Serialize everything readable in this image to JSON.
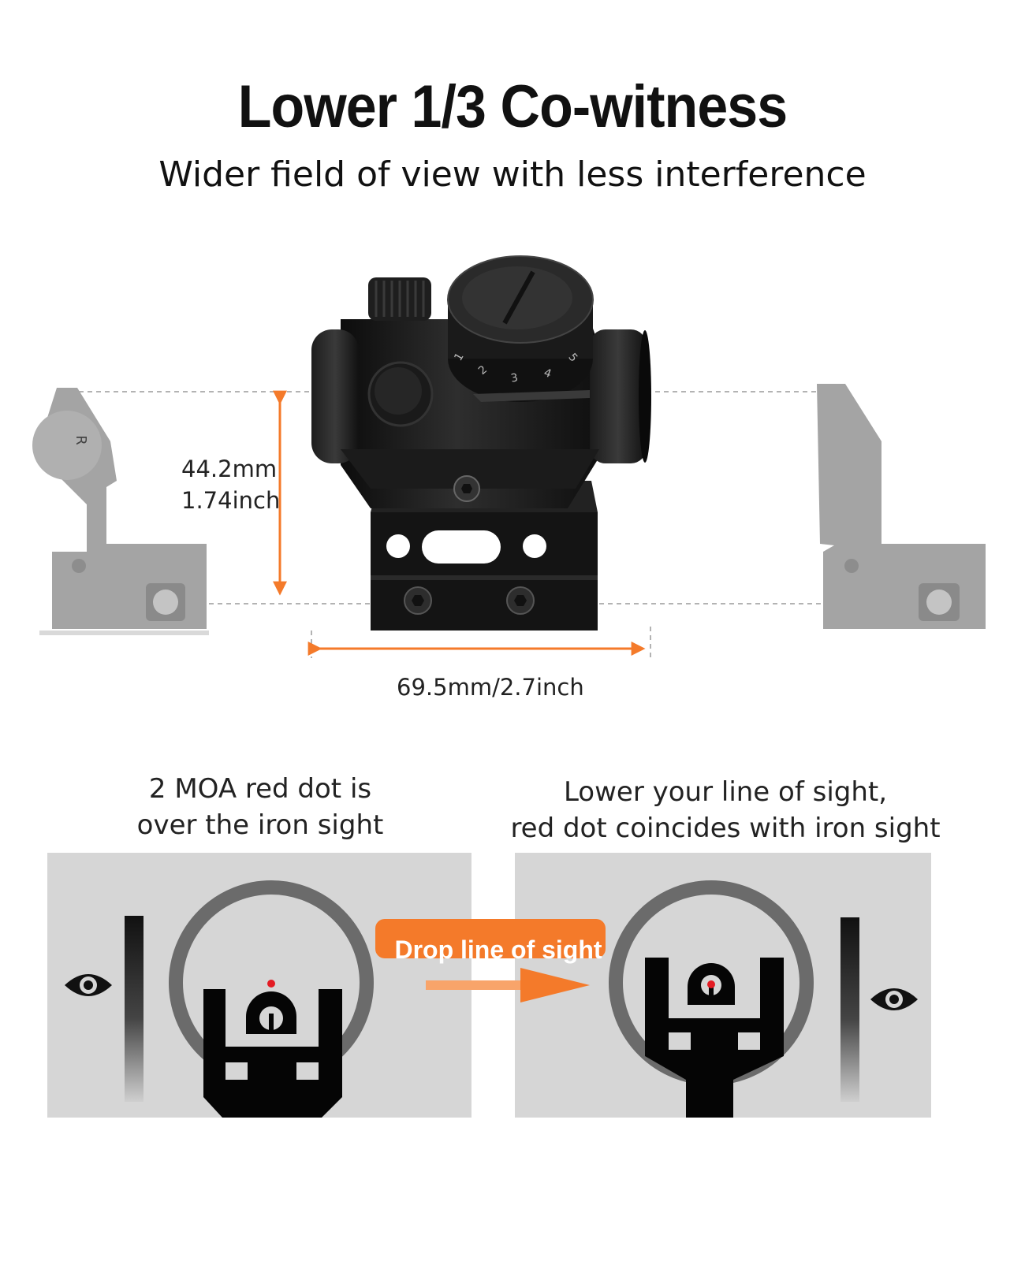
{
  "header": {
    "title": "Lower 1/3 Co-witness",
    "subtitle": "Wider field of view with less interference"
  },
  "dimensions": {
    "height_mm": "44.2mm",
    "height_inch": "1.74inch",
    "length": "69.5mm/2.7inch"
  },
  "scope_dial_numbers": [
    "1",
    "2",
    "3",
    "4",
    "5"
  ],
  "rear_sight_marking": "R",
  "panels": {
    "left_caption_line1": "2 MOA red dot is",
    "left_caption_line2": "over the iron sight",
    "right_caption_line1": "Lower your line of sight,",
    "right_caption_line2": "red dot coincides with iron sight",
    "badge": "Drop line of sight"
  },
  "colors": {
    "accent_orange": "#f47a2a",
    "red_dot": "#e31b23",
    "panel_gray": "#d6d6d6",
    "iron_sight_gray": "#9e9e9e"
  }
}
